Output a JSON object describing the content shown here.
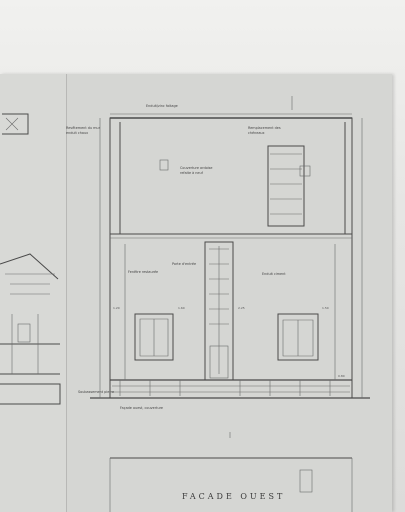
{
  "title": "FACADE OUEST",
  "annotations": {
    "ridge": "Enduit/zinc faitage",
    "top_right_1": "Remplacement des",
    "top_right_2": "chéneaux",
    "left_1": "Revêtement du mur",
    "left_2": "enduit chaux",
    "mid_1": "Couverture ardoise",
    "mid_2": "refaite à neuf",
    "fenetre": "Fenêtre restaurée",
    "porte": "Porte d'entrée",
    "soubassement": "Soubassement pierre",
    "bottom_right": "Enduit ciment",
    "bottom_label": "Façade ouest, couverture"
  },
  "dimensions": [
    "1.20",
    "1.60",
    "2.25",
    "1.50",
    "0.80"
  ]
}
